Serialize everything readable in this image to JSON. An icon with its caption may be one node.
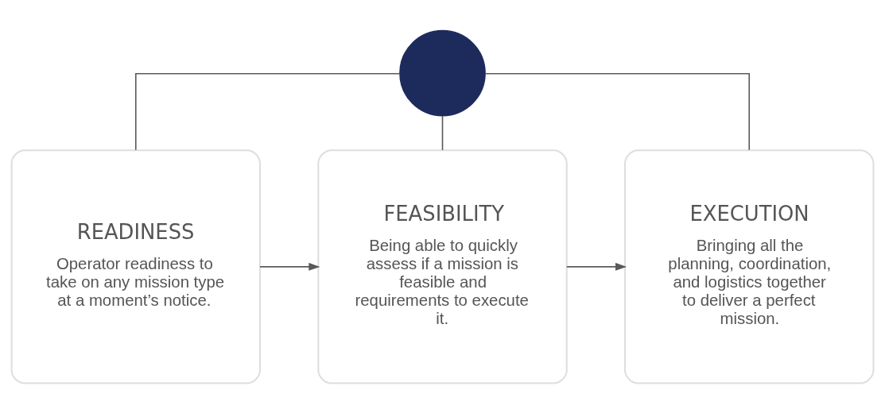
{
  "diagram": {
    "nodes": [
      {
        "text": [],
        "shape": "circle"
      },
      {
        "text": [
          "READINESS",
          "Operator readiness to take on any mission type at a moment’s notice."
        ]
      },
      {
        "text": [
          "FEASIBILITY",
          "Being able to quickly assess if a mission is feasible and requirements to execute it."
        ]
      },
      {
        "text": [
          "EXECUTION",
          "Bringing all the planning, coordination, and logistics together to deliver a perfect mission."
        ]
      }
    ],
    "edges": [
      {
        "from": 0,
        "to": 1,
        "arrow": "none"
      },
      {
        "from": 0,
        "to": 2,
        "arrow": "none"
      },
      {
        "from": 0,
        "to": 3,
        "arrow": "none"
      },
      {
        "from": 1,
        "to": 2,
        "arrow": "to"
      },
      {
        "from": 2,
        "to": 3,
        "arrow": "to"
      }
    ]
  }
}
